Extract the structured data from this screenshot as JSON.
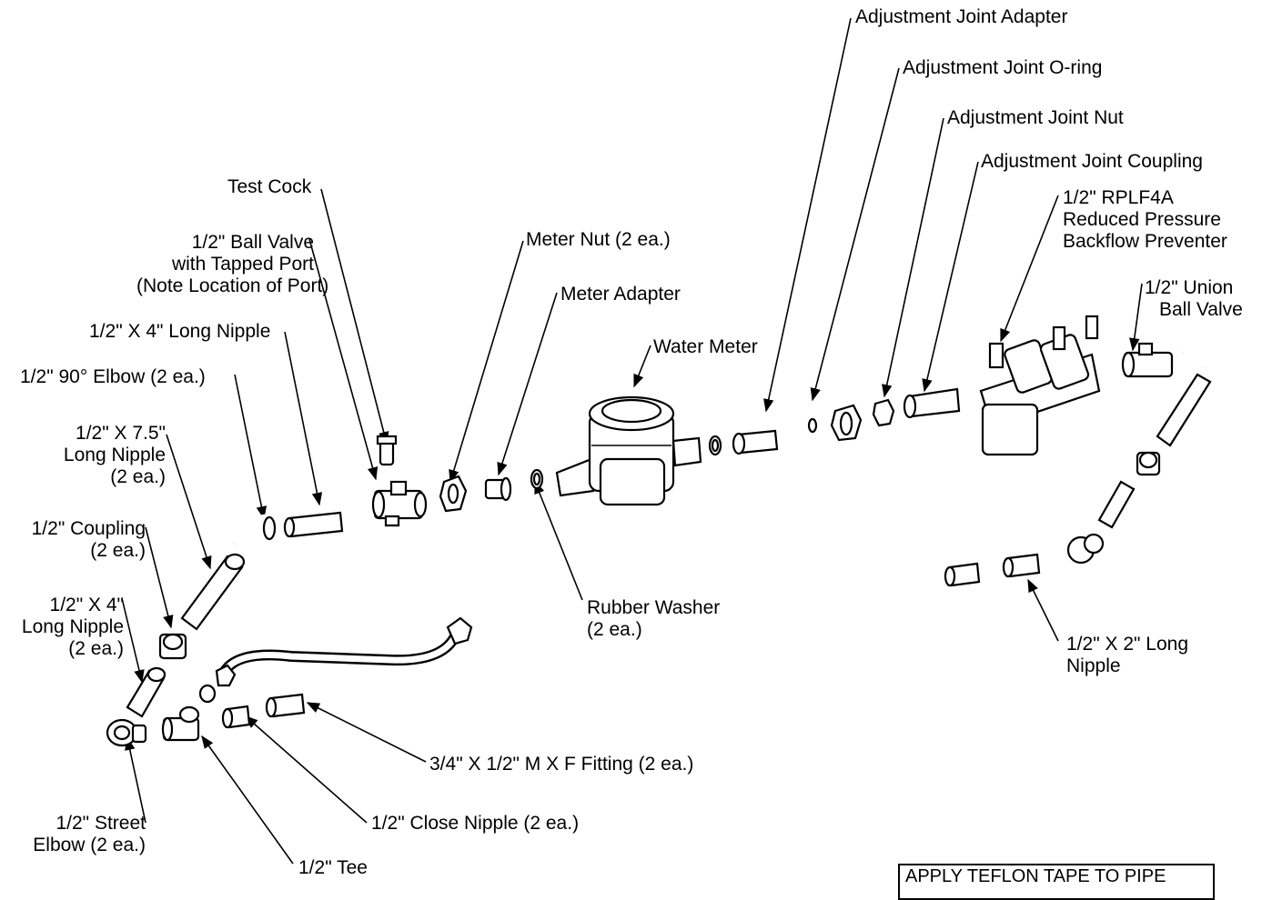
{
  "labels": {
    "adj_joint_adapter": "Adjustment Joint Adapter",
    "adj_joint_oring": "Adjustment Joint O-ring",
    "adj_joint_nut": "Adjustment Joint Nut",
    "adj_joint_coupling": "Adjustment Joint Coupling",
    "rplf": [
      "1/2\" RPLF4A",
      "Reduced Pressure",
      "Backflow Preventer"
    ],
    "union_ball_valve": [
      "1/2\" Union",
      "Ball Valve"
    ],
    "test_cock": "Test Cock",
    "ball_valve": [
      "1/2\" Ball Valve",
      "with Tapped Port",
      "(Note Location of Port)"
    ],
    "meter_nut": "Meter Nut (2 ea.)",
    "meter_adapter": "Meter Adapter",
    "water_meter": "Water Meter",
    "nipple_4_top": "1/2\" X 4\" Long Nipple",
    "elbow_90": "1/2\" 90° Elbow (2 ea.)",
    "nipple_7_5": [
      "1/2\" X 7.5\"",
      "Long Nipple",
      "(2 ea.)"
    ],
    "coupling": [
      "1/2\" Coupling",
      "(2 ea.)"
    ],
    "nipple_4_left": [
      "1/2\" X 4\"",
      "Long Nipple",
      "(2 ea.)"
    ],
    "rubber_washer": [
      "Rubber Washer",
      "(2 ea.)"
    ],
    "nipple_2": [
      "1/2\" X 2\" Long",
      "Nipple"
    ],
    "fitting": "3/4\" X 1/2\" M X F Fitting (2 ea.)",
    "close_nipple": "1/2\" Close Nipple (2 ea.)",
    "street_elbow": [
      "1/2\" Street",
      "Elbow (2 ea.)"
    ],
    "tee": "1/2\" Tee",
    "note": "APPLY TEFLON TAPE TO PIPE"
  }
}
